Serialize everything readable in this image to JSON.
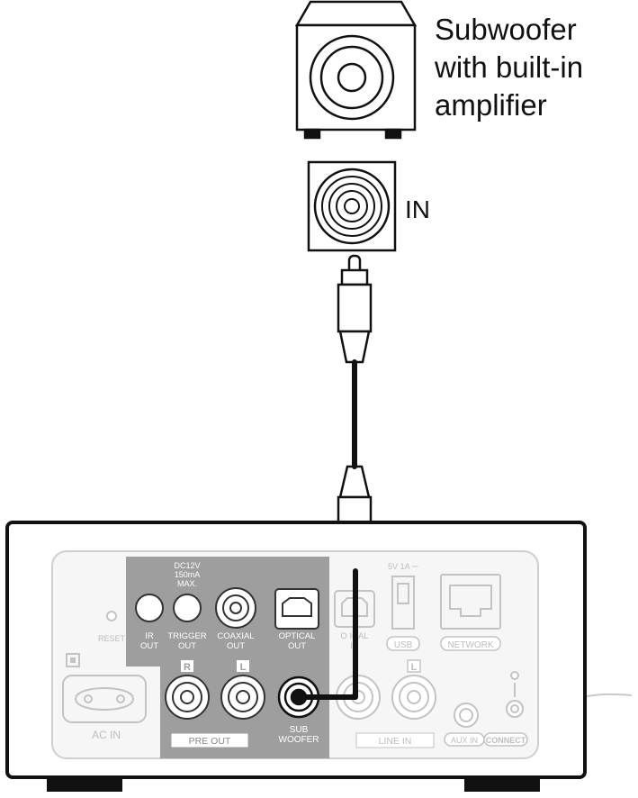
{
  "subwoofer": {
    "label_lines": [
      "Subwoofer",
      "with built-in",
      "amplifier"
    ],
    "input_label": "IN"
  },
  "panel": {
    "dc_lines": [
      "DC12V",
      "150mA",
      "MAX."
    ],
    "reset": "RESET",
    "ir_out": [
      "IR",
      "OUT"
    ],
    "trigger_out": [
      "TRIGGER",
      "OUT"
    ],
    "coaxial_out": [
      "COAXIAL",
      "OUT"
    ],
    "optical_out": [
      "OPTICAL",
      "OUT"
    ],
    "optical_in": [
      "O   ICAL",
      "IN"
    ],
    "usb_rating": "5V 1A ⎓",
    "usb": "USB",
    "network": "NETWORK",
    "channel_r": "R",
    "channel_l": "L",
    "line_in_l": "L",
    "pre_out": "PRE OUT",
    "subwoofer_out": [
      "SUB",
      "WOOFER"
    ],
    "line_in": "LINE IN",
    "aux_in": "AUX IN",
    "connect": "CONNECT",
    "ac_in": "AC IN"
  },
  "colors": {
    "line": "#111111",
    "panel_fill": "#f3f3f3",
    "faded": "#b9b9b9",
    "highlight_block": "#9e9e9e"
  }
}
